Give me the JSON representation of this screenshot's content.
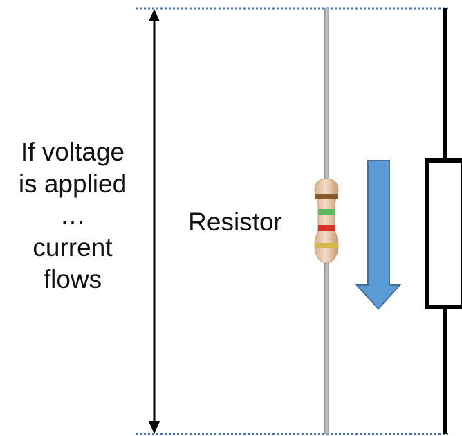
{
  "caption": {
    "lines": [
      "If voltage",
      "is applied",
      "…",
      "current",
      "flows"
    ]
  },
  "resistor_label": "Resistor",
  "colors": {
    "dotted_boundary": "#4472c4",
    "arrow_fill": "#5b9bd5",
    "arrow_stroke": "#41719c",
    "wire": "#000000",
    "lead": "#a6a6a6",
    "resistor_body": "#e8c9a8",
    "band_1": "#8b5a2b",
    "band_2": "#5cb85c",
    "band_3": "#d9342b",
    "band_4": "#d4b84a"
  },
  "icons": {
    "voltage_indicator": "double-headed-arrow-icon",
    "current_indicator": "down-arrow-icon",
    "component_photo": "resistor-photo-icon",
    "schematic_symbol": "resistor-symbol-icon"
  }
}
